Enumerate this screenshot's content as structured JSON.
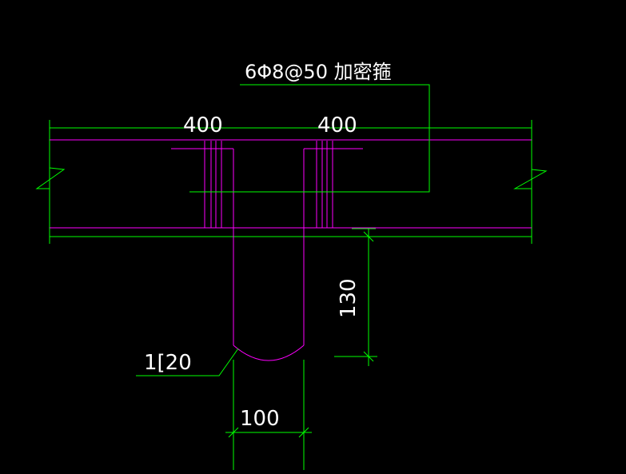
{
  "drawing": {
    "stirrup_note": "6Φ8@50 加密箍",
    "dim_left_zone": "400",
    "dim_right_zone": "400",
    "dim_vertical": "130",
    "dim_width": "100",
    "section_label": "1[20"
  },
  "colors": {
    "background": "#000000",
    "dimension_lines": "#00ff00",
    "rebar": "#ff00ff",
    "text": "#ffffff"
  }
}
